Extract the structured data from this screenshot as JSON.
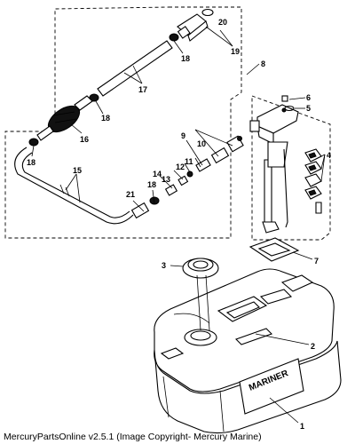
{
  "callouts": {
    "c1": "1",
    "c2": "2",
    "c3": "3",
    "c4": "4",
    "c5": "5",
    "c6": "6",
    "c7": "7",
    "c8": "8",
    "c9": "9",
    "c10": "10",
    "c11": "11",
    "c12": "12",
    "c13": "13",
    "c14": "14",
    "c15": "15",
    "c16": "16",
    "c17": "17",
    "c18a": "18",
    "c18b": "18",
    "c18c": "18",
    "c18d": "18",
    "c19": "19",
    "c20": "20",
    "c21": "21"
  },
  "tank_brand": "MARINER",
  "caption": "MercuryPartsOnline v2.5.1 (Image Copyright- Mercury Marine)"
}
